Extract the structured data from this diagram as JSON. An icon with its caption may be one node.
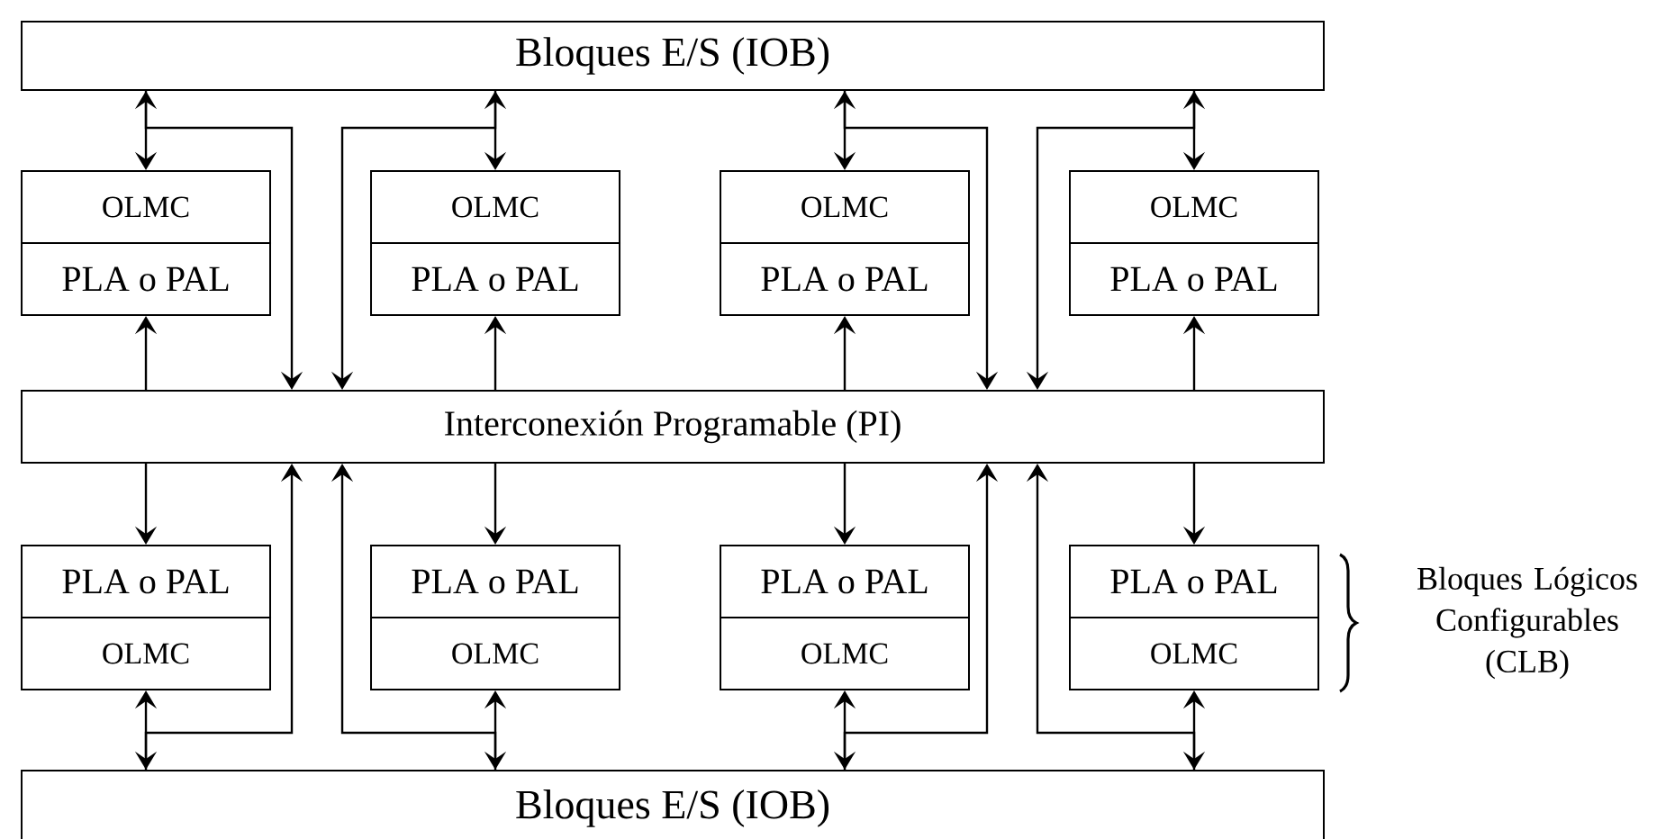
{
  "diagram": {
    "nodes": [
      {
        "text": [
          "Bloques E/S (IOB)"
        ]
      },
      {
        "text": [
          "OLMC"
        ]
      },
      {
        "text": [
          "OLMC"
        ]
      },
      {
        "text": [
          "OLMC"
        ]
      },
      {
        "text": [
          "OLMC"
        ]
      },
      {
        "text": [
          "PLA o PAL"
        ]
      },
      {
        "text": [
          "PLA o PAL"
        ]
      },
      {
        "text": [
          "PLA o PAL"
        ]
      },
      {
        "text": [
          "PLA o PAL"
        ]
      },
      {
        "text": [
          "Interconexión Programable (PI)"
        ]
      },
      {
        "text": [
          "PLA o PAL"
        ]
      },
      {
        "text": [
          "PLA o PAL"
        ]
      },
      {
        "text": [
          "PLA o PAL"
        ]
      },
      {
        "text": [
          "PLA o PAL"
        ]
      },
      {
        "text": [
          "OLMC"
        ]
      },
      {
        "text": [
          "OLMC"
        ]
      },
      {
        "text": [
          "OLMC"
        ]
      },
      {
        "text": [
          "OLMC"
        ]
      },
      {
        "text": [
          "Bloques E/S (IOB)"
        ]
      }
    ],
    "edges": [
      {
        "from": 1,
        "to": 0,
        "arrow": "both"
      },
      {
        "from": 2,
        "to": 0,
        "arrow": "both"
      },
      {
        "from": 3,
        "to": 0,
        "arrow": "both"
      },
      {
        "from": 4,
        "to": 0,
        "arrow": "both"
      },
      {
        "from": 0,
        "to": 9,
        "arrow": "to"
      },
      {
        "from": 0,
        "to": 9,
        "arrow": "to"
      },
      {
        "from": 0,
        "to": 9,
        "arrow": "to"
      },
      {
        "from": 0,
        "to": 9,
        "arrow": "to"
      },
      {
        "from": 9,
        "to": 5,
        "arrow": "to"
      },
      {
        "from": 9,
        "to": 6,
        "arrow": "to"
      },
      {
        "from": 9,
        "to": 7,
        "arrow": "to"
      },
      {
        "from": 9,
        "to": 8,
        "arrow": "to"
      },
      {
        "from": 9,
        "to": 10,
        "arrow": "to"
      },
      {
        "from": 9,
        "to": 11,
        "arrow": "to"
      },
      {
        "from": 9,
        "to": 12,
        "arrow": "to"
      },
      {
        "from": 9,
        "to": 13,
        "arrow": "to"
      },
      {
        "from": 14,
        "to": 18,
        "arrow": "both"
      },
      {
        "from": 15,
        "to": 18,
        "arrow": "both"
      },
      {
        "from": 16,
        "to": 18,
        "arrow": "both"
      },
      {
        "from": 17,
        "to": 18,
        "arrow": "both"
      },
      {
        "from": 18,
        "to": 9,
        "arrow": "to"
      },
      {
        "from": 18,
        "to": 9,
        "arrow": "to"
      },
      {
        "from": 18,
        "to": 9,
        "arrow": "to"
      },
      {
        "from": 18,
        "to": 9,
        "arrow": "to"
      }
    ],
    "labels": [
      "Bloques Lógicos Configurables (CLB)"
    ]
  }
}
